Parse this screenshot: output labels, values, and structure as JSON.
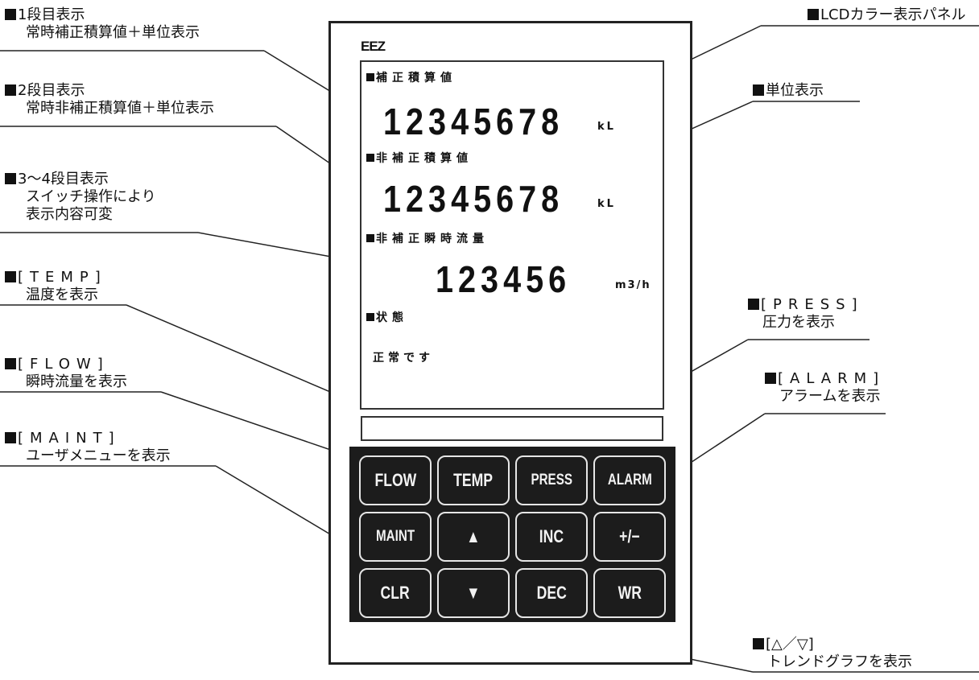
{
  "device": {
    "brand": "EEZ",
    "lcd": {
      "row1_label": "補正積算値",
      "row1_value": "12345678",
      "row1_unit": "kL",
      "row2_label": "非補正積算値",
      "row2_value": "12345678",
      "row2_unit": "kL",
      "row3_label": "非補正瞬時流量",
      "row3_value": "123456",
      "row3_unit": "m3/h",
      "status_label": "状態",
      "status_value": "正常です"
    },
    "keys": [
      "FLOW",
      "TEMP",
      "PRESS",
      "ALARM",
      "MAINT",
      "▲",
      "INC",
      "+/−",
      "CLR",
      "▼",
      "DEC",
      "WR"
    ]
  },
  "callouts": {
    "row1": {
      "title": "1段目表示",
      "desc": "常時補正積算値＋単位表示"
    },
    "row2": {
      "title": "2段目表示",
      "desc": "常時非補正積算値＋単位表示"
    },
    "row34": {
      "title": "3～4段目表示",
      "desc1": "スイッチ操作により",
      "desc2": "表示内容可変"
    },
    "temp": {
      "title": "[TEMP]",
      "desc": "温度を表示"
    },
    "flow": {
      "title": "[FLOW]",
      "desc": "瞬時流量を表示"
    },
    "maint": {
      "title": "[MAINT]",
      "desc": "ユーザメニューを表示"
    },
    "lcd_panel": {
      "title": "LCDカラー表示パネル"
    },
    "unit": {
      "title": "単位表示"
    },
    "press": {
      "title": "[PRESS]",
      "desc": "圧力を表示"
    },
    "alarm": {
      "title": "[ALARM]",
      "desc": "アラームを表示"
    },
    "updown": {
      "title": "[△／▽]",
      "desc": "トレンドグラフを表示"
    }
  }
}
